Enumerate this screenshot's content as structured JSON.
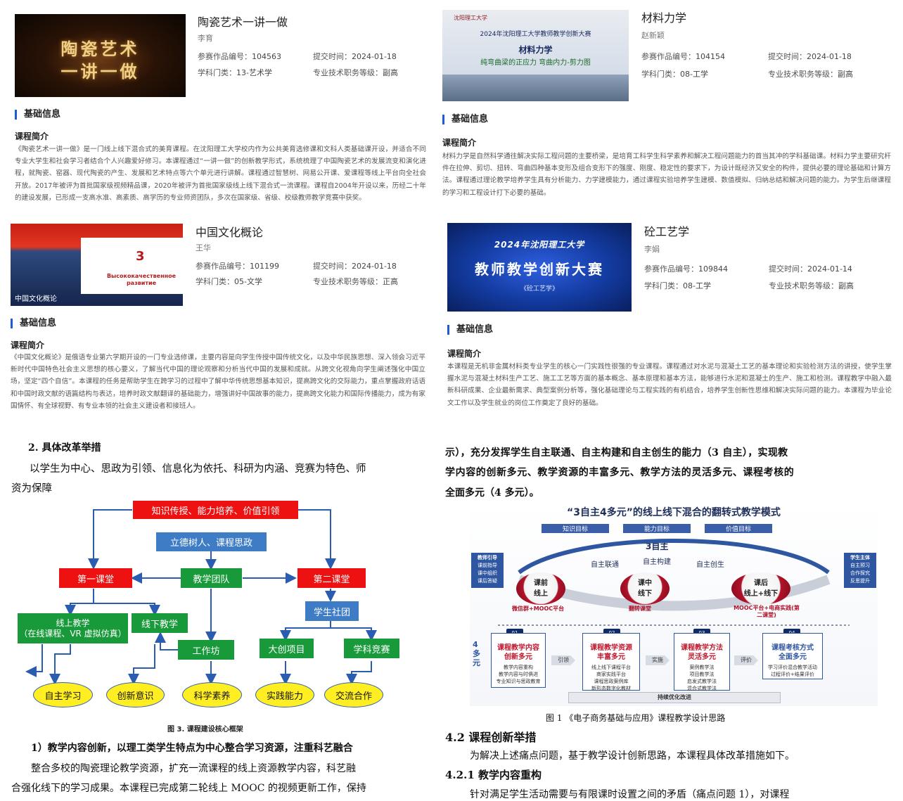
{
  "cards": [
    {
      "thumb_text": [
        "陶瓷艺术",
        "一讲一做"
      ],
      "title": "陶瓷艺术一讲一做",
      "author": "李育",
      "entry_label": "参赛作品编号：",
      "entry_no": "104563",
      "date_label": "提交时间：",
      "date": "2024-01-18",
      "subject_label": "学科门类：",
      "subject": "13-艺术学",
      "rank_label": "专业技术职务等级：",
      "rank": "副高",
      "section": "基础信息",
      "intro_heading": "课程简介",
      "intro": "《陶瓷艺术一讲一做》是一门线上线下混合式的美育课程。在沈阳理工大学校内作为公共美育选修课和文科人类基础课开设，并适合不同专业大学生和社会学习者结合个人兴趣爱好修习。本课程通过“一讲一做”的创新教学形式，系统梳理了中国陶瓷艺术的发展流变和演化进程，就陶瓷、窑器、现代陶瓷的产生、发展和艺术特点等六个单元进行讲解。课程通过智慧树、网易公开课、爱课程等线上平台向全社会开放。2017年被评为首批国家级视频精品课，2020年被评为首批国家级线上线下混合式一流课程。课程自2004年开设以来，历经二十年的建设发展，已形成一支高水准、高素质、高学历的专业师资团队，多次在国家级、省级、校级教师教学竞赛中获奖。"
    },
    {
      "thumb_school": "沈阳理工大学",
      "thumb_line1": "2024年沈阳理工大学教师教学创新大赛",
      "thumb_line2": "材料力学",
      "thumb_line3": "纯弯曲梁的正应力    弯曲内力-剪力图",
      "title": "材料力学",
      "author": "赵新颖",
      "entry_label": "参赛作品编号：",
      "entry_no": "104154",
      "date_label": "提交时间：",
      "date": "2024-01-18",
      "subject_label": "学科门类：",
      "subject": "08-工学",
      "rank_label": "专业技术职务等级：",
      "rank": "副高",
      "section": "基础信息",
      "intro_heading": "课程简介",
      "intro": "材料力学是自然科学通往解决实际工程问题的主要桥梁，是培育工科学生科学素养和解决工程问题能力的首当其冲的学科基础课。材料力学主要研究杆件在拉伸、剪切、扭转、弯曲四种基本变形及组合变形下的强度、刚度、稳定性的要求下，为设计既经济又安全的构件，提供必要的理论基础和计算方法。课程通过理论教学培养学生具有分析能力、力学建模能力，通过课程实验培养学生建模、数值模拟、归纳总结和解决问题的能力。为学生后继课程的学习和工程设计打下必要的基础。"
    },
    {
      "thumb_number": "3",
      "thumb_ru": "Высококачественное развитие",
      "thumb_caption": "中国文化概论",
      "title": "中国文化概论",
      "author": "王华",
      "entry_label": "参赛作品编号：",
      "entry_no": "101199",
      "date_label": "提交时间：",
      "date": "2024-01-18",
      "subject_label": "学科门类：",
      "subject": "05-文学",
      "rank_label": "专业技术职务等级：",
      "rank": "正高",
      "section": "基础信息",
      "intro_heading": "课程简介",
      "intro": "《中国文化概论》是俄语专业第六学期开设的一门专业选修课，主要内容是向学生传授中国传统文化，以及中华民族思想、深入领会习近平新时代中国特色社会主义思想的核心要义，了解当代中国的理论观察和分析当代中国的发展和成就。从跨文化视角向学生阐述强化中国立场，坚定“四个自信”。本课程的任务是帮助学生在跨学习的过程中了解中华传统思想基本知识，提高跨文化的交际能力，重点掌握政府话语和中国时政文献的语篇结构与表达，培养时政文献翻译的基础能力，增强讲好中国故事的能力，提高跨文化能力和国际传播能力，成为有家国情怀、有全球视野、有专业本领的社会主义建设者和接班人。"
    },
    {
      "thumb_line1": "2024年沈阳理工大学",
      "thumb_line2": "教师教学创新大赛",
      "thumb_line3": "《砼工艺学》",
      "title": "砼工艺学",
      "author": "李娟",
      "entry_label": "参赛作品编号：",
      "entry_no": "109844",
      "date_label": "提交时间：",
      "date": "2024-01-14",
      "subject_label": "学科门类：",
      "subject": "08-工学",
      "rank_label": "专业技术职务等级：",
      "rank": "副高",
      "section": "基础信息",
      "intro_heading": "课程简介",
      "intro": "本课程是无机非金属材料类专业学生的核心一门实践性很强的专业课程。课程通过对水泥与混凝土工艺的基本理论和实验检测方法的讲授，使学生掌握水泥与混凝土材料生产工艺、施工工艺等方面的基本概念、基本原理和基本方法，能够进行水泥和混凝土的生产、施工和检测。课程教学中融入最新科研成果、企业最新需求、典型案例分析等，强化基础理论与工程实践的有机结合，培养学生创新性思维和解决实际问题的能力。本课程为毕业论文工作以及学生就业的岗位工作奠定了良好的基础。"
    }
  ],
  "doc_left": {
    "heading": "2. 具体改革举措",
    "para_lines": [
      "以学生为中心、思政为引领、信息化为依托、科研为内涵、竞赛为特色、师",
      "资为保障"
    ],
    "framework": {
      "top": "知识传授、能力培养、价值引领",
      "blue_top": "立德树人、课程思政",
      "first_class": "第一课堂",
      "team": "教学团队",
      "second_class": "第二课堂",
      "online_line1": "线上教学",
      "online_line2": "（在线课程、VR 虚拟仿真）",
      "offline": "线下教学",
      "society": "学生社团",
      "workshop": "工作坊",
      "innovation_project": "大创项目",
      "competition": "学科竞赛",
      "outcomes": [
        "自主学习",
        "创新意识",
        "科学素养",
        "实践能力",
        "交流合作"
      ]
    },
    "fig_caption": "图 3. 课程建设核心框架",
    "bold_line": "1）教学内容创新，以理工类学生特点为中心整合学习资源，注重科艺融合",
    "body_lines": [
      "整合多校的陶瓷理论教学资源，扩充一流课程的线上资源教学内容，科艺融",
      "合强化线下的学习成果。本课程已完成第二轮线上 MOOC 的视频更新工作，保持"
    ]
  },
  "doc_right": {
    "top_lines": [
      "示），充分发挥学生自主联通、自主构建和自主创生的能力（3 自主），实现教",
      "学内容的创新多元、教学资源的丰富多元、教学方法的灵活多元、课程考核的",
      "全面多元（4 多元）。"
    ],
    "model": {
      "title": "“3自主4多元”的线上线下混合的翻转式教学模式",
      "goals": [
        "知识目标",
        "能力目标",
        "价值目标"
      ],
      "three": "3自主",
      "autonomy": [
        "自主联通",
        "自主构建",
        "自主创生"
      ],
      "left_tag": "教师引导",
      "left_items": [
        "课前指导",
        "课中组织",
        "课后答疑"
      ],
      "right_tag": "学生主体",
      "right_items": [
        "自主预习",
        "合作探究",
        "反思提升"
      ],
      "circles": [
        {
          "top": "课前",
          "bottom": "线上",
          "note": "微信群+MOOC平台"
        },
        {
          "top": "课中",
          "bottom": "线下",
          "note": "翻转课堂"
        },
        {
          "top": "课后",
          "bottom": "线上+线下",
          "note": "MOOC平台+电商实践(第二课堂)"
        }
      ],
      "four": "4\n多\n元",
      "cards": [
        {
          "num": "01",
          "title": "课程教学内容\n创新多元",
          "sub": "教学内容重构\n教学内容与时俱进\n专业知识与思政教育"
        },
        {
          "num": "02",
          "title": "课程教学资源\n丰富多元",
          "sub": "线上线下课程平台\n商家实践平台\n课程思政案例库\n新形态数字化教材"
        },
        {
          "num": "03",
          "title": "课程教学方法\n灵活多元",
          "sub": "案例教学法\n项目教学法\n启发式教学法\n混合式教学法"
        },
        {
          "num": "04",
          "title": "课程考核方式\n全面多元",
          "sub": "学习评价混合教学活动\n过程评价+结果评价"
        }
      ],
      "arrows": [
        "引领",
        "实施",
        "评价"
      ],
      "bottom_bar": "持续优化改进"
    },
    "fig_caption": "图 1 《电子商务基础与应用》课程教学设计思路",
    "h42": "4.2 课程创新举措",
    "p42": "为解决上述痛点问题，基于教学设计创新思路，本课程具体改革措施如下。",
    "h421": "4.2.1 教学内容重构",
    "p421": "针对满足学生活动需要与有限课时设置之间的矛盾（痛点问题 1），对课程"
  }
}
